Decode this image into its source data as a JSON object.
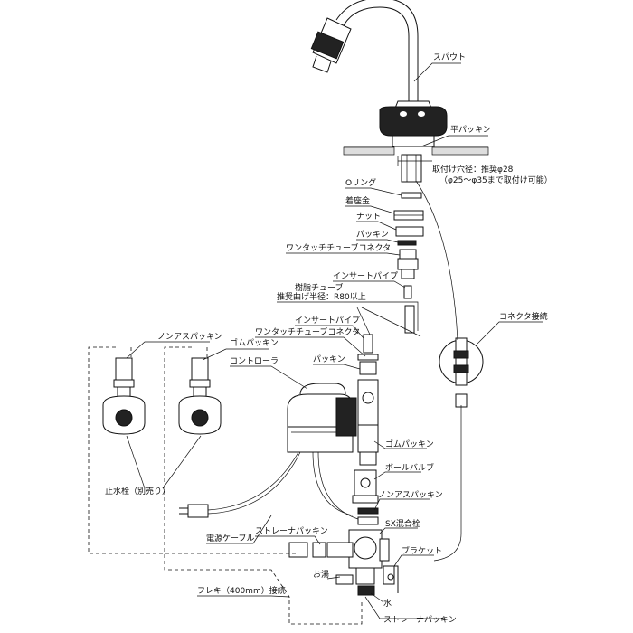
{
  "labels": {
    "spout": "スパウト",
    "flat_packing": "平パッキン",
    "mount_hole": "取付け穴径：推奨φ28",
    "mount_hole_range": "（φ25～φ35まで取付け可能）",
    "o_ring": "Oリング",
    "seat": "着座金",
    "nut": "ナット",
    "packing_1": "パッキン",
    "one_touch_1": "ワンタッチチューブコネクタ",
    "insert_pipe_1": "インサートパイプ",
    "resin_tube": "樹脂チューブ",
    "bend_radius": "推奨曲げ半径：R80以上",
    "insert_pipe_2": "インサートパイプ",
    "one_touch_2": "ワンタッチチューブコネクタ",
    "packing_2": "パッキン",
    "connector_joint": "コネクタ接続",
    "nonasbestos_1": "ノンアスパッキン",
    "rubber_packing_1": "ゴムパッキン",
    "controller": "コントローラ",
    "stop_valve": "止水栓（別売り）",
    "rubber_packing_2": "ゴムパッキン",
    "ball_valve": "ボールバルブ",
    "nonasbestos_2": "ノンアスパッキン",
    "power_cable": "電源ケーブル",
    "strainer_packing_1": "ストレーナパッキン",
    "mixing_valve": "SX混合栓",
    "bracket": "ブラケット",
    "hot_water": "お湯",
    "flexible_hose": "フレキ（400mm）接続",
    "water": "水",
    "strainer_packing_2": "ストレーナパッキン"
  }
}
